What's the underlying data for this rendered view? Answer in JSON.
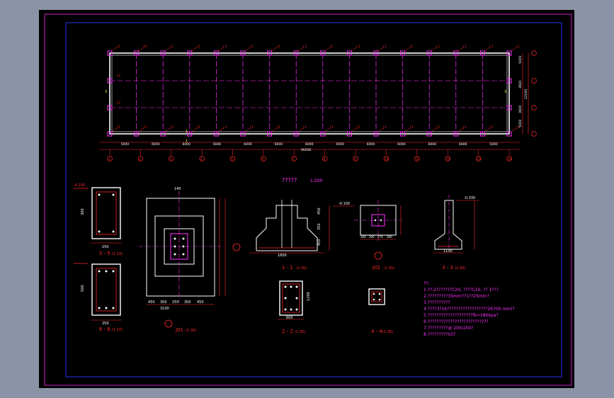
{
  "plan": {
    "top_tags": [
      "J-1",
      "J-1",
      "J-1",
      "J-1",
      "J-1",
      "J-1",
      "J-1",
      "J-1",
      "J-1",
      "J-1",
      "J-1",
      "J-1",
      "J-1",
      "J-1",
      "J-1",
      "J-1"
    ],
    "bottom_tags": [
      "J-1",
      "J-1",
      "J-1",
      "J-1",
      "J-1",
      "J-1",
      "J-1",
      "J-1",
      "J-1",
      "J-1",
      "J-1",
      "J-1",
      "J-1",
      "J-1",
      "J-1",
      "J-1"
    ],
    "left_tags": [
      "J-2",
      "J-2"
    ],
    "dims": [
      "5000",
      "6000",
      "6000",
      "6000",
      "6000",
      "6000",
      "6000",
      "6000",
      "6000",
      "6000",
      "6000",
      "6000",
      "5000"
    ],
    "total_dim": "90200",
    "axis_numbers": [
      "1",
      "2",
      "3",
      "4",
      "5",
      "6",
      "7",
      "8",
      "9",
      "10",
      "11",
      "12",
      "13",
      "14"
    ],
    "right_dims": [
      "5000",
      "3600",
      "3600",
      "5000"
    ],
    "total_right": "12000",
    "section_marks": [
      "3",
      "3",
      "1",
      "1"
    ]
  },
  "title": {
    "text": "?????",
    "scale": "1:200"
  },
  "details": {
    "s5": {
      "label": "5 - 5",
      "scale": "(1:10)",
      "elev": "-0.100",
      "width": "250",
      "height": "300"
    },
    "s6": {
      "label": "6 - 6",
      "scale": "(1:10)",
      "width": "250",
      "height": "500"
    },
    "j01": {
      "label": "J01",
      "scale": "(1:30)",
      "dims": [
        "450",
        "300",
        "250",
        "300",
        "450"
      ],
      "total": "3100",
      "top": "140"
    },
    "s11": {
      "label": "1 - 1",
      "scale": "(1:30)",
      "elev": "-0.100",
      "dims": [
        "450",
        "350",
        "450"
      ],
      "total": "1600"
    },
    "s22": {
      "label": "2 - 2",
      "scale": "(1:30)",
      "width": "600",
      "height": "1200"
    },
    "j02": {
      "label": "J02",
      "scale": "(1:30)",
      "dims": [
        "300",
        "200",
        "270",
        "300"
      ]
    },
    "s44": {
      "label": "4 - 4",
      "scale": "(1:30)"
    },
    "s33": {
      "label": "3 - 3",
      "scale": "(1:30)",
      "elev": "-0.330",
      "width": "1100"
    }
  },
  "notes": {
    "heading": "??:",
    "lines": [
      "1.??:2???????C20, ????C10, ?? 1???",
      "2.?????????35mm??1??25mm?",
      "3.??????????",
      "4.????3?16??????????????????26700  mm)?",
      "5.????????????????????fk=180kpa?",
      "6.???????????????????????????",
      "7.?????????@ 200/200?",
      "8.?????????03?"
    ]
  },
  "colors": {
    "frame": "#cc22cc",
    "inner_frame": "#2233ee",
    "outline": "#ffffff",
    "red": "#ff2a2a",
    "magenta": "#ff33ff",
    "yellow": "#ffff33",
    "cyan": "#33ffff",
    "green": "#33ff33"
  }
}
